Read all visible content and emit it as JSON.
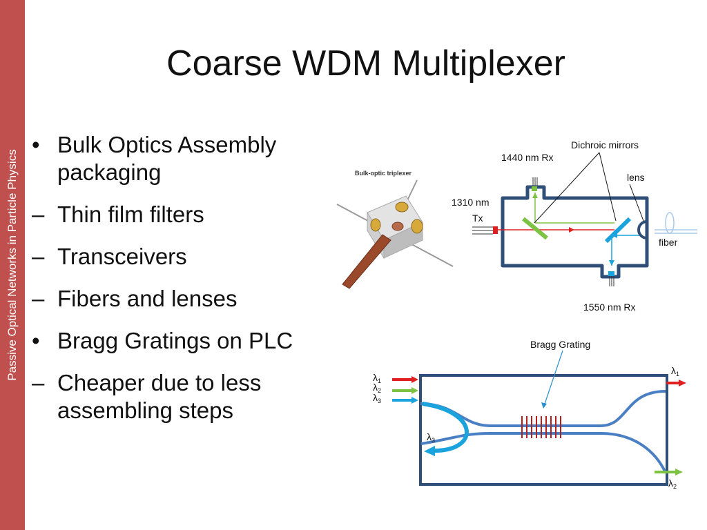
{
  "sidebar": {
    "text": "Passive Optical Networks in Particle Physics"
  },
  "slide": {
    "title": "Coarse WDM Multiplexer",
    "bullets": [
      {
        "marker": "•",
        "text": "Bulk Optics Assembly packaging"
      },
      {
        "marker": "–",
        "text": "Thin film filters"
      },
      {
        "marker": "–",
        "text": "Transceivers"
      },
      {
        "marker": "–",
        "text": "Fibers and lenses"
      },
      {
        "marker": "•",
        "text": "Bragg Gratings on PLC"
      },
      {
        "marker": "–",
        "text": "Cheaper due to less assembling steps"
      }
    ]
  },
  "photo": {
    "caption": "Bulk-optic triplexer"
  },
  "triplexer_diagram": {
    "label_mirrors": "Dichroic mirrors",
    "label_1440": "1440 nm Rx",
    "label_lens": "lens",
    "label_1310_line1": "1310 nm",
    "label_1310_line2": "Tx",
    "label_fiber": "fiber",
    "label_1550": "1550 nm Rx"
  },
  "bragg_diagram": {
    "label_grating": "Bragg Grating",
    "lambda": "λ",
    "sub_1": "1",
    "sub_2": "2",
    "sub_3": "3"
  },
  "colors": {
    "sidebar": "#c0504d",
    "box": "#2f4f79",
    "red": "#e02020",
    "green": "#7dc242",
    "blue": "#1aa3dc",
    "waveguide": "#4a7fc4"
  }
}
